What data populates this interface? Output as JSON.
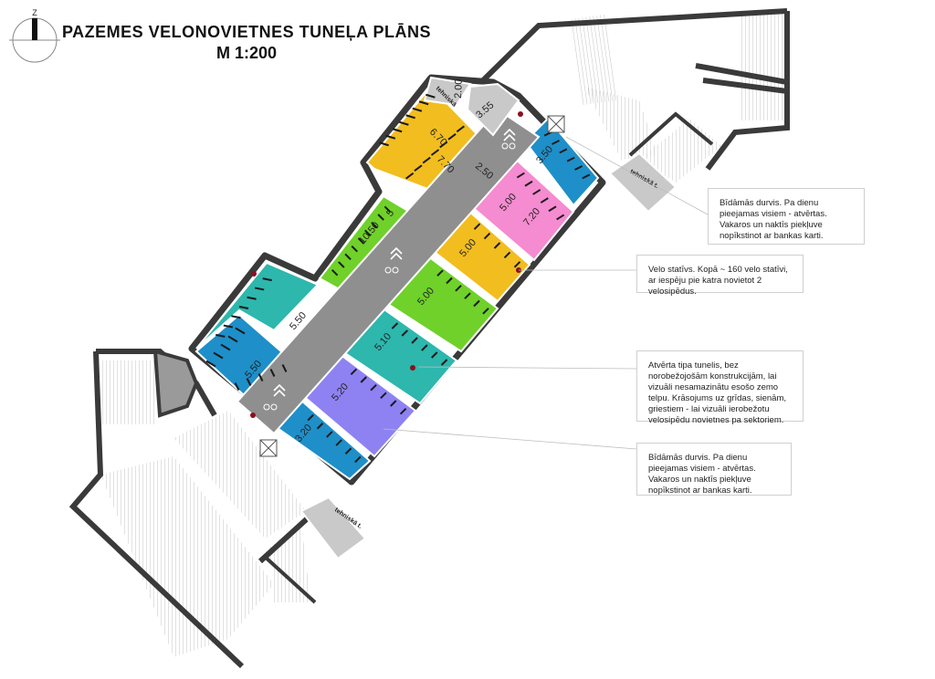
{
  "title": "PAZEMES VELONOVIETNES TUNEĻA PLĀNS",
  "scale": "M 1:200",
  "north_label": "Z",
  "notes": [
    {
      "id": "door-top",
      "text": "Bīdāmās durvis. Pa dienu pieejamas visiem - atvērtas. Vakaros un naktīs piekļuve nopīkstinot ar bankas karti."
    },
    {
      "id": "bike-stand",
      "text": "Velo statīvs. Kopā ~ 160 velo statīvi, ar iespēju pie katra novietot 2 velosipēdus."
    },
    {
      "id": "open-tunnel",
      "text": "Atvērta tipa tunelis, bez norobežojošām konstrukcijām, lai vizuāli nesamazinātu esošo zemo telpu. Krāsojums uz grīdas, sienām, griestiem - lai vizuāli ierobežotu velosipēdu novietnes pa sektoriem."
    },
    {
      "id": "door-bottom",
      "text": "Bīdāmās durvis. Pa dienu pieejamas visiem - atvērtas. Vakaros un naktīs piekļuve nopīkstinot ar bankas karti."
    }
  ],
  "tech_room_label": "tehniskā t.",
  "tech_room_small_label": "tehniskā",
  "dimensions": {
    "d200": "2.00",
    "d355": "3.55",
    "d670": "6.70",
    "d770": "7.70",
    "d250": "2.50",
    "d350": "3.50",
    "d500a": "5.00",
    "d720": "7.20",
    "d1050": "10.50",
    "d5": "5",
    "d500b": "5.00",
    "d500c": "5.00",
    "d550a": "5.50",
    "d550b": "5.50",
    "d510": "5.10",
    "d520": "5.20",
    "d320": "3.20"
  },
  "colors": {
    "yellow": "#f2bd1e",
    "green": "#6fd12a",
    "teal": "#2db7ad",
    "blue": "#1e8fc8",
    "pink": "#f58bd0",
    "violet": "#8e82f2",
    "corridor": "#8f8f8f",
    "service": "#c9c9c9",
    "wall": "#3a3a3a"
  }
}
